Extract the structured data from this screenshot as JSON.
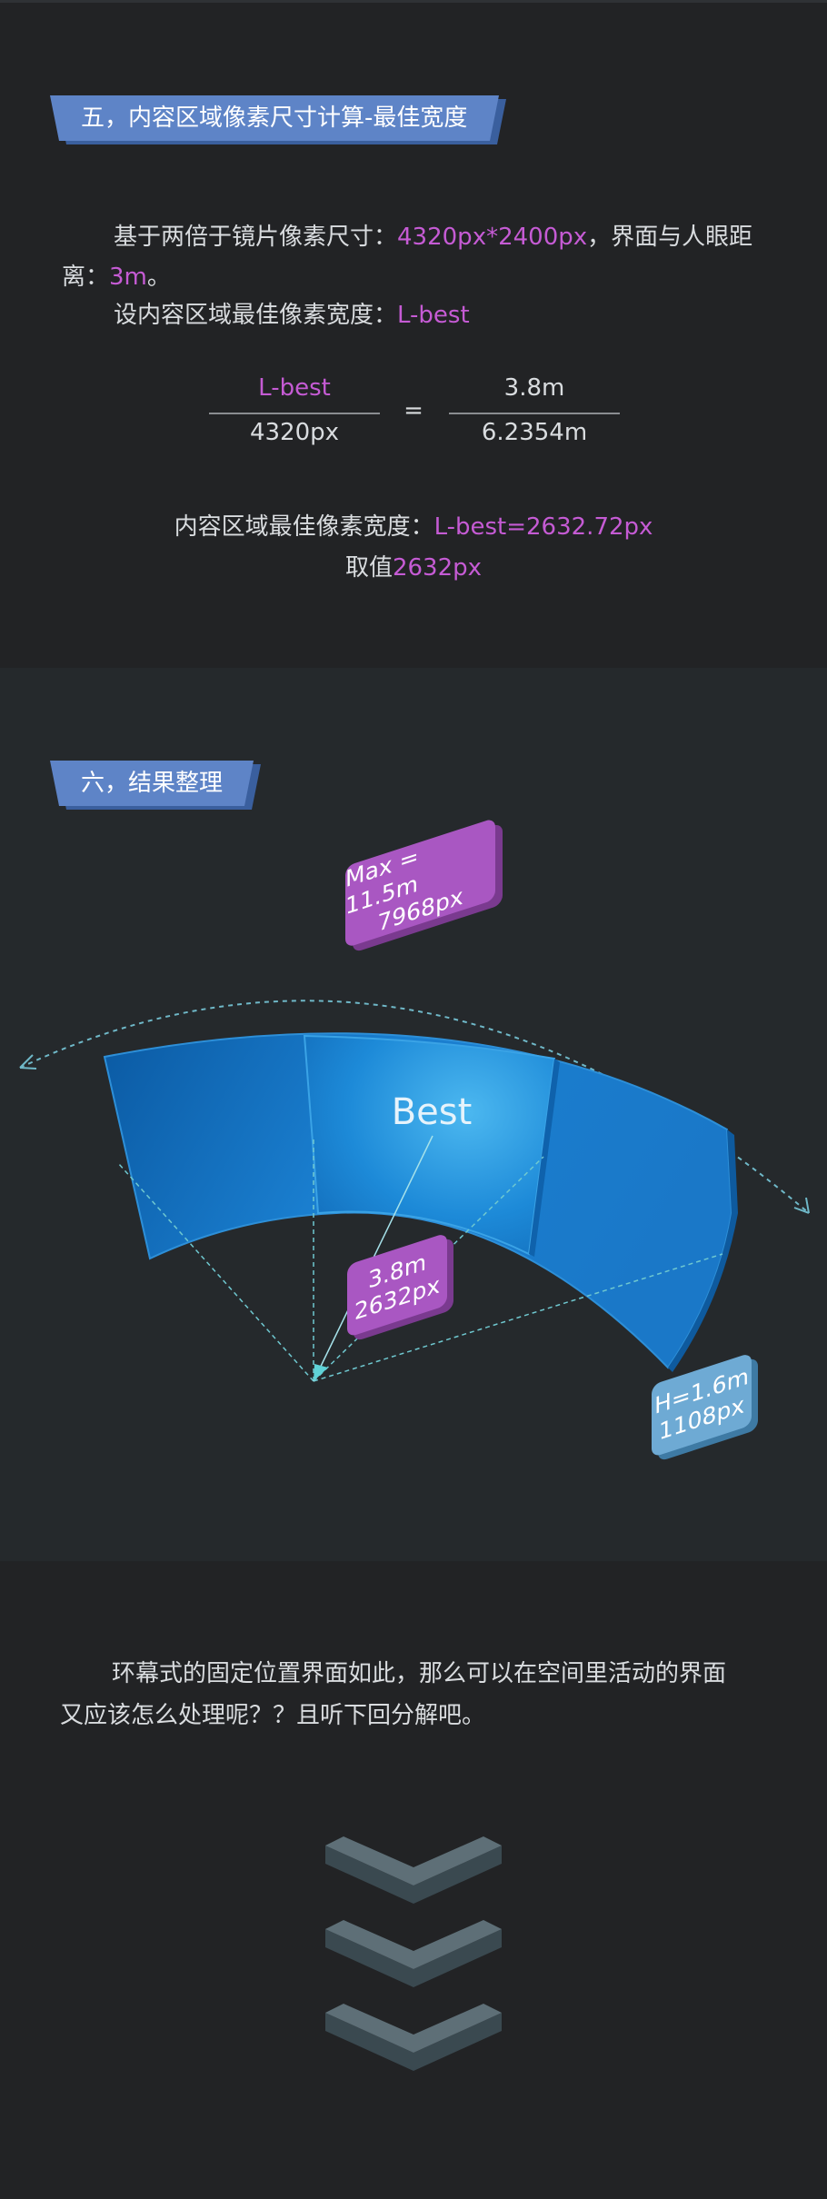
{
  "section5": {
    "title": "五，内容区域像素尺寸计算-最佳宽度",
    "line1_prefix": "基于两倍于镜片像素尺寸：",
    "line1_hl": "4320px*2400px",
    "line1_suffix": "，界面与人眼距",
    "line2_prefix": "离：",
    "line2_hl": "3m",
    "line2_suffix": "。",
    "line3_prefix": "设内容区域最佳像素宽度：",
    "line3_hl": "L-best",
    "formula": {
      "left_num": "L-best",
      "left_den": "4320px",
      "equals": "=",
      "right_num": "3.8m",
      "right_den": "6.2354m"
    },
    "result_prefix": "内容区域最佳像素宽度：",
    "result_hl": "L-best=2632.72px",
    "take_prefix": "取值",
    "take_hl": "2632px"
  },
  "section6": {
    "title": "六，结果整理",
    "best_label": "Best",
    "tag_max": {
      "line1": "Max = 11.5m",
      "line2": "7968px"
    },
    "tag_best": {
      "line1": "3.8m",
      "line2": "2632px"
    },
    "tag_height": {
      "line1": "H=1.6m",
      "line2": "1108px"
    }
  },
  "section7": {
    "line1": "环幕式的固定位置界面如此，那么可以在空间里活动的界面",
    "line2": "又应该怎么处理呢？？且听下回分解吧。"
  },
  "colors": {
    "accent_purple": "#c55bd4",
    "banner_blue": "#5e84c7",
    "tag_purple": "#a957c2",
    "tag_blue": "#6eaad4",
    "screen_blue": "#1d87d6"
  },
  "icons": [
    "chevron-down-icon",
    "chevron-down-icon",
    "chevron-down-icon"
  ]
}
